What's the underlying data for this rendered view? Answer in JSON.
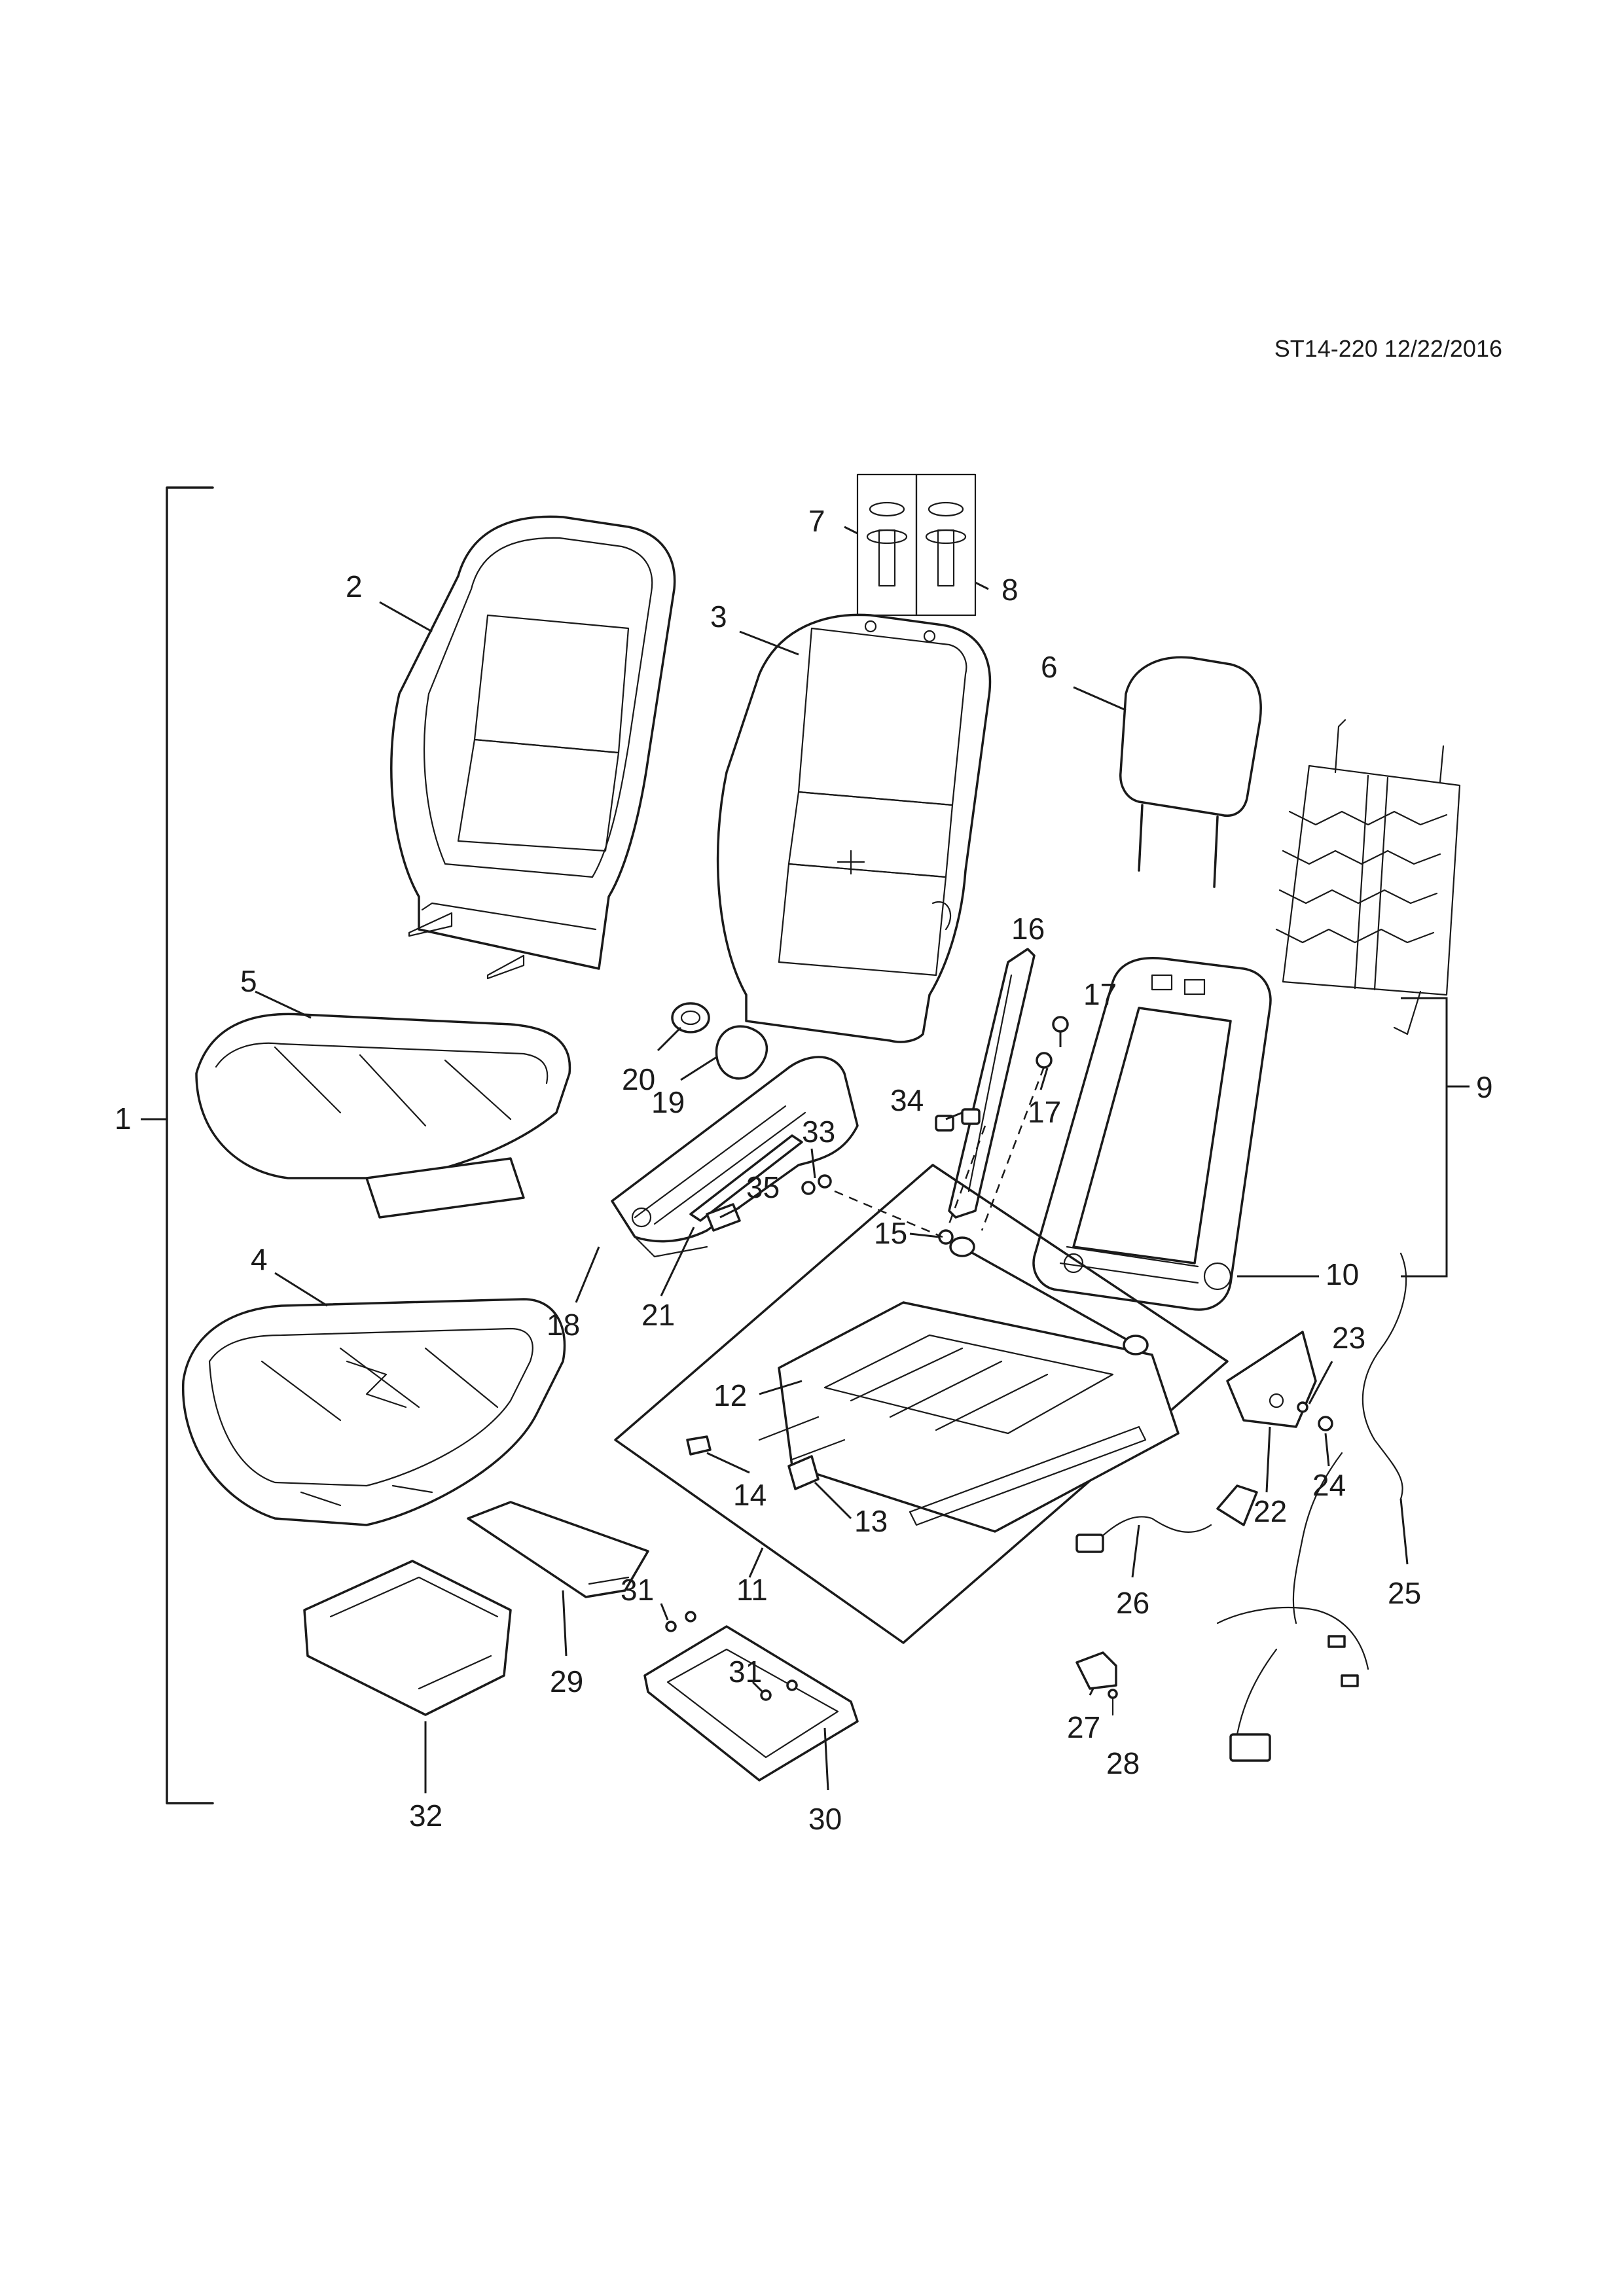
{
  "reference": "ST14-220 12/22/2016",
  "callouts": [
    "1",
    "2",
    "3",
    "4",
    "5",
    "6",
    "7",
    "8",
    "9",
    "10",
    "11",
    "12",
    "13",
    "14",
    "15",
    "16",
    "17",
    "17",
    "18",
    "19",
    "20",
    "21",
    "22",
    "23",
    "24",
    "25",
    "26",
    "27",
    "28",
    "29",
    "30",
    "31",
    "31",
    "32",
    "33",
    "34",
    "35"
  ]
}
